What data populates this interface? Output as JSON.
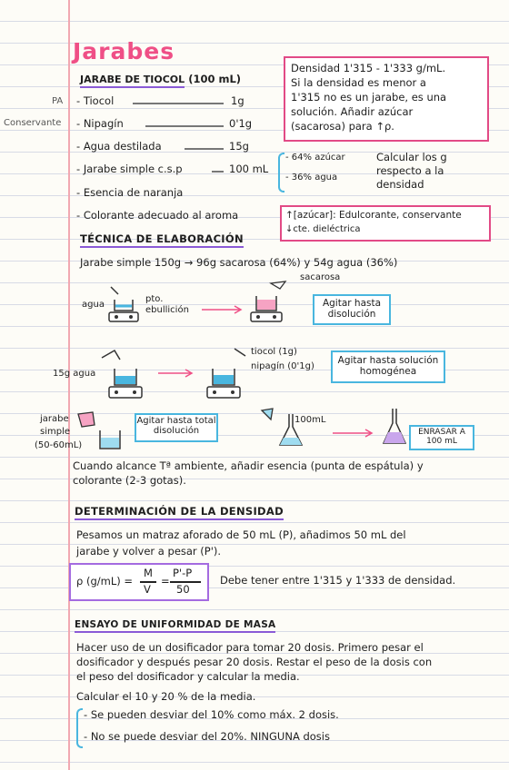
{
  "title": "Jarabes",
  "sec1": {
    "heading": "Jarabe de tiocol",
    "volume": "(100 mL)"
  },
  "side_labels": {
    "pa": "PA",
    "conservante": "Conservante"
  },
  "ingredients": [
    {
      "name": "Tiocol",
      "amount": "1g"
    },
    {
      "name": "Nipagín",
      "amount": "0'1g"
    },
    {
      "name": "Agua destilada",
      "amount": "15g"
    },
    {
      "name": "Jarabe simple c.s.p",
      "amount": "100 mL"
    },
    {
      "name": "Esencia de naranja",
      "amount": ""
    },
    {
      "name": "Colorante adecuado al aroma",
      "amount": ""
    }
  ],
  "density_note": {
    "line1": "Densidad 1'315 - 1'333 g/mL.",
    "line2": "Si la densidad es menor a",
    "line3": "1'315 no es un jarabe, es una",
    "line4": "solución. Añadir azúcar",
    "line5": "(sacarosa) para ↑ρ."
  },
  "ratio": {
    "sugar": "64% azúcar",
    "water": "36% agua",
    "note1": "Calcular los g",
    "note2": "respecto a la",
    "note3": "densidad"
  },
  "sugar_note": {
    "line1": "↑[azúcar]: Edulcorante, conservante",
    "line2": "↓cte. dieléctrica"
  },
  "sec2": {
    "heading": "Técnica de elaboración",
    "syrup_line": "Jarabe simple 150g → 96g sacarosa (64%) y 54g agua (36%)"
  },
  "step1": {
    "water": "agua",
    "temp": "pto.",
    "temp2": "ebullición",
    "sucrose": "sacarosa",
    "box": "Agitar hasta disolución"
  },
  "step2": {
    "water": "15g agua",
    "add1": "tiocol (1g)",
    "add2": "nipagín (0'1g)",
    "box": "Agitar hasta solución homogénea"
  },
  "step3": {
    "jarabe1": "jarabe",
    "jarabe2": "simple",
    "jarabe3": "(50-60mL)",
    "box": "Agitar hasta total disolución",
    "flask": "100mL",
    "enrasar": "ENRASAR A 100 mL"
  },
  "cool_note": {
    "line1": "Cuando alcance Tª ambiente, añadir esencia (punta de espátula) y",
    "line2": "colorante (2-3 gotas)."
  },
  "sec3": {
    "heading": "Determinación de la densidad",
    "line1": "Pesamos un matraz aforado de 50 mL (P), añadimos 50 mL del",
    "line2": "jarabe y volver a pesar (P').",
    "formula_lhs": "ρ (g/mL) =",
    "formula_m": "M",
    "formula_v": "V",
    "formula_num": "P'-P",
    "formula_den": "50",
    "formula_note": "Debe tener entre 1'315 y 1'333 de densidad."
  },
  "sec4": {
    "heading": "Ensayo de uniformidad de masa",
    "line1": "Hacer uso de un dosificador para tomar 20 dosis. Primero pesar el",
    "line2": "dosificador y después pesar 20 dosis. Restar el peso de la dosis con",
    "line3": "el peso del dosificador y calcular la media.",
    "line4": "Calcular el 10 y 20 % de la media.",
    "bullet1": "Se pueden desviar del 10% como máx. 2 dosis.",
    "bullet2": "No se puede desviar del 20%. NINGUNA dosis"
  },
  "colors": {
    "pink": "#ef4f86",
    "cyan": "#49b6df",
    "purple": "#a46be0"
  }
}
